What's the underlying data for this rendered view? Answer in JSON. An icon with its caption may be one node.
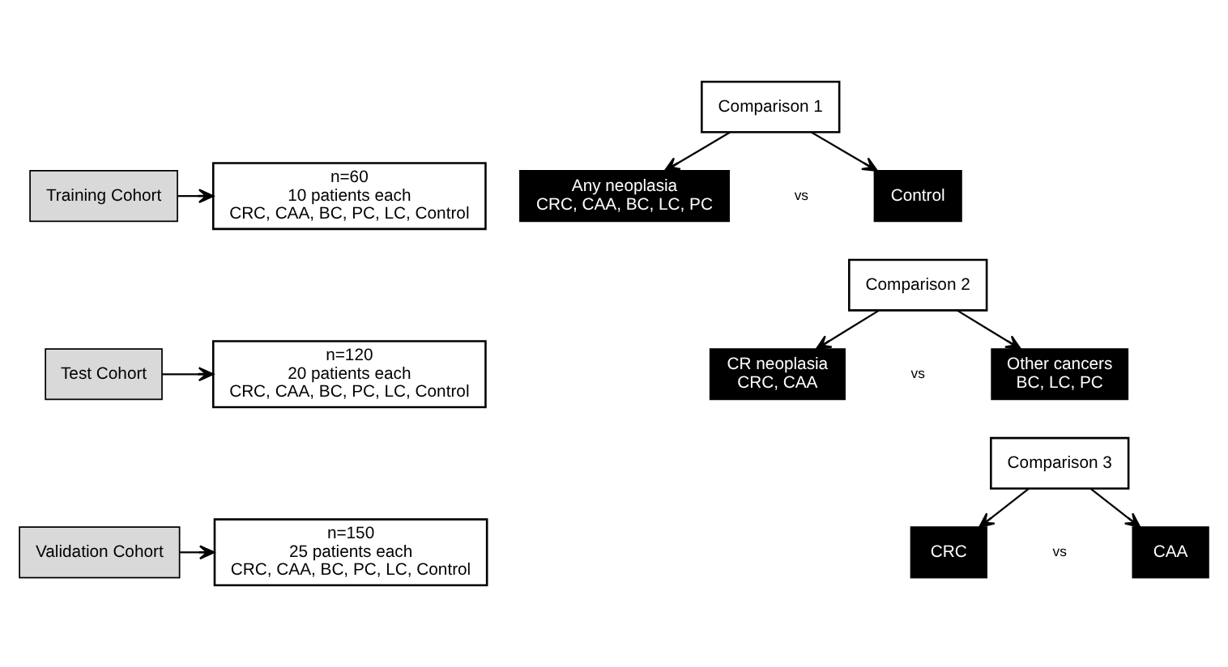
{
  "diagram": {
    "nodes": [
      {
        "text": [
          "Training Cohort"
        ]
      },
      {
        "text": [
          "Test Cohort"
        ]
      },
      {
        "text": [
          "Validation Cohort"
        ]
      },
      {
        "text": [
          "n=60",
          "10 patients each",
          "CRC, CAA, BC, PC, LC, Control"
        ]
      },
      {
        "text": [
          "n=120",
          "20 patients each",
          "CRC, CAA, BC, PC, LC, Control"
        ]
      },
      {
        "text": [
          "n=150",
          "25 patients each",
          "CRC, CAA, BC, PC, LC, Control"
        ]
      },
      {
        "text": [
          "Comparison 1"
        ]
      },
      {
        "text": [
          "Any neoplasia",
          "CRC, CAA, BC, LC, PC"
        ]
      },
      {
        "text": [
          "Control"
        ]
      },
      {
        "text": [
          "Comparison 2"
        ]
      },
      {
        "text": [
          "CR neoplasia",
          "CRC, CAA"
        ]
      },
      {
        "text": [
          "Other cancers",
          "BC, LC, PC"
        ]
      },
      {
        "text": [
          "Comparison 3"
        ]
      },
      {
        "text": [
          "CRC"
        ]
      },
      {
        "text": [
          "CAA"
        ]
      }
    ],
    "edges": [
      {
        "from": 0,
        "to": 3,
        "arrow": "to"
      },
      {
        "from": 1,
        "to": 4,
        "arrow": "to"
      },
      {
        "from": 2,
        "to": 5,
        "arrow": "to"
      },
      {
        "from": 6,
        "to": 7,
        "arrow": "to"
      },
      {
        "from": 6,
        "to": 8,
        "arrow": "to"
      },
      {
        "from": 9,
        "to": 10,
        "arrow": "to"
      },
      {
        "from": 9,
        "to": 11,
        "arrow": "to"
      },
      {
        "from": 12,
        "to": 13,
        "arrow": "to"
      },
      {
        "from": 12,
        "to": 14,
        "arrow": "to"
      }
    ],
    "labels": [
      "vs",
      "vs",
      "vs"
    ]
  }
}
